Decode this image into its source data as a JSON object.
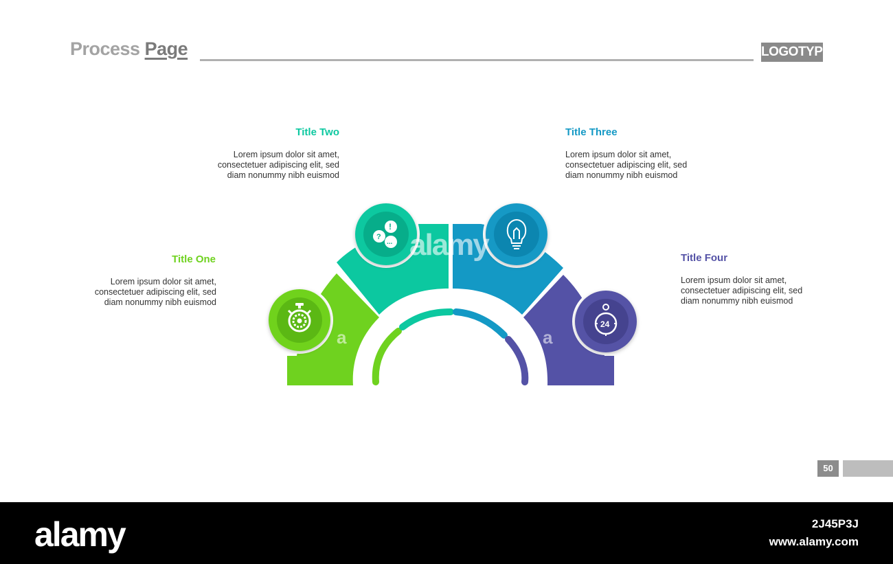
{
  "header": {
    "title_part1": "Process",
    "title_part2": "Page",
    "logotype": "LOGOTYPE"
  },
  "steps": [
    {
      "title": "Title One",
      "desc_lines": [
        "Lorem ipsum dolor sit amet,",
        "consectetuer adipiscing elit, sed",
        "diam nonummy nibh euismod"
      ],
      "color": "#6fd21f",
      "icon": "stopwatch-gear-icon"
    },
    {
      "title": "Title Two",
      "desc_lines": [
        "Lorem ipsum dolor sit amet,",
        "consectetuer adipiscing elit, sed",
        "diam nonummy nibh euismod"
      ],
      "color": "#0cc8a0",
      "icon": "speech-bubbles-icon"
    },
    {
      "title": "Title Three",
      "desc_lines": [
        "Lorem ipsum dolor sit amet,",
        "consectetuer adipiscing elit, sed",
        "diam nonummy nibh euismod"
      ],
      "color": "#1499c5",
      "icon": "lightbulb-icon"
    },
    {
      "title": "Title Four",
      "desc_lines": [
        "Lorem ipsum dolor sit amet,",
        "consectetuer adipiscing elit, sed",
        "diam nonummy nibh euismod"
      ],
      "color": "#5452a6",
      "icon": "24-hour-clock-icon"
    }
  ],
  "icon_24_label": "24",
  "page_number": "50",
  "watermark": {
    "text": "alamy",
    "segment_marks": [
      "a",
      "a"
    ]
  },
  "footer": {
    "logo": "alamy",
    "image_id": "2J45P3J",
    "url": "www.alamy.com"
  },
  "colors": {
    "green": "#6fd21f",
    "teal": "#0cc8a0",
    "blue": "#1499c5",
    "indigo": "#5452a6",
    "header_gray": "#a3a3a3"
  }
}
